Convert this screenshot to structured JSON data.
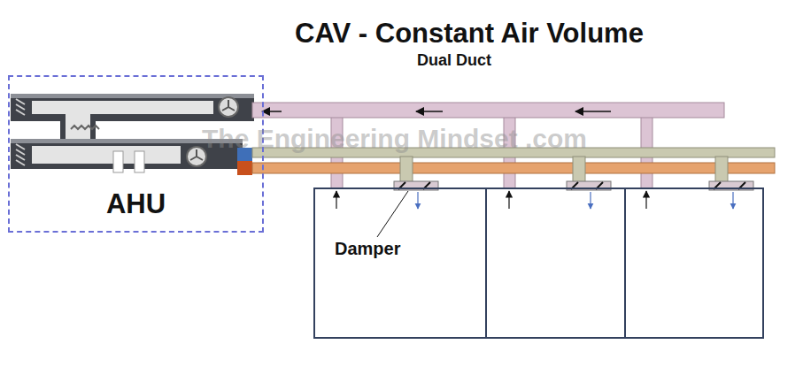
{
  "diagram": {
    "title": "CAV - Constant Air Volume",
    "nodes": [
      {
        "text": [
          "AHU"
        ]
      }
    ],
    "labels": [
      "Dual Duct",
      "Damper",
      "The Engineering Mindset .com"
    ]
  }
}
